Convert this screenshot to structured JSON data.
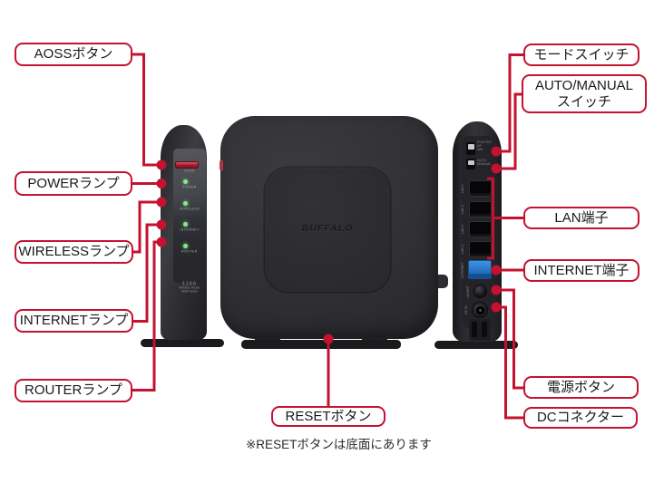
{
  "palette": {
    "accent_red": "#C41230",
    "device_body": "#2b2b2f",
    "led_green": "#8fe58f",
    "internet_port_blue": "#2f7fd0",
    "aoss_button_red": "#a01c2c"
  },
  "callouts": {
    "aoss": "AOSSボタン",
    "power_lamp": "POWERランプ",
    "wireless_lamp": "WIRELESSランプ",
    "internet_lamp": "INTERNETランプ",
    "router_lamp": "ROUTERランプ",
    "mode_switch": "モードスイッチ",
    "auto_manual_line1": "AUTO/MANUAL",
    "auto_manual_line2": "スイッチ",
    "lan": "LAN端子",
    "internet_port": "INTERNET端子",
    "power_button": "電源ボタン",
    "dc_connector": "DCコネクター",
    "reset": "RESETボタン",
    "reset_note": "※RESETボタンは底面にあります"
  },
  "front_panel": {
    "aoss": "AOSS",
    "leds": [
      "POWER",
      "WIRELESS",
      "INTERNET",
      "ROUTER"
    ],
    "model": [
      "1166",
      "Wireless Router",
      "WSR Series"
    ]
  },
  "front_view": {
    "brand": "BUFFALO"
  },
  "back_panel": {
    "mode_switch": [
      "ROUTER",
      "AP",
      "WB"
    ],
    "auto_manual": [
      "AUTO",
      "MANUAL"
    ],
    "lan_ports": [
      "LAN 1",
      "LAN 2",
      "LAN 3",
      "LAN 4"
    ],
    "internet": "INTERNET",
    "power": "ON/OFF",
    "dc_in": "DC IN"
  }
}
